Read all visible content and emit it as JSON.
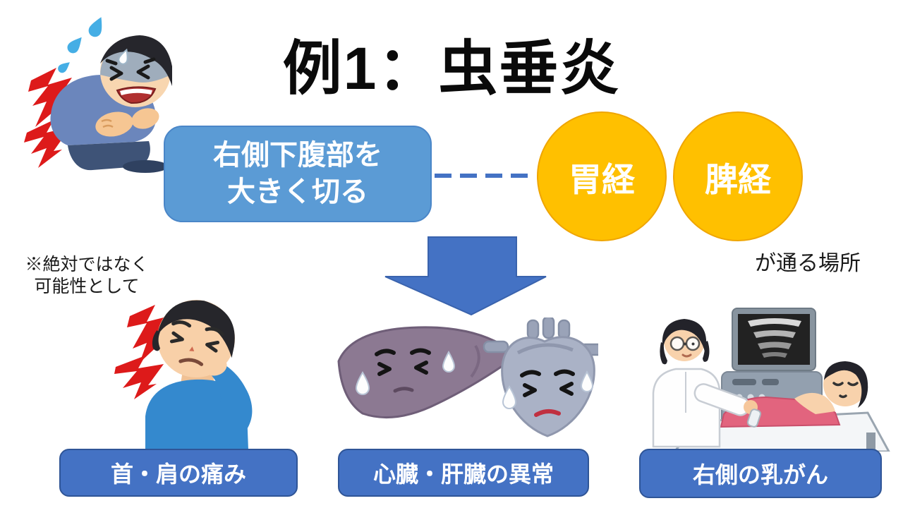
{
  "title": "例1：虫垂炎",
  "cause_box": {
    "line1": "右側下腹部を",
    "line2": "大きく切る"
  },
  "meridians": {
    "circle1": "胃経",
    "circle2": "脾経",
    "caption": "が通る場所"
  },
  "note": {
    "line1": "※絶対ではなく",
    "line2": "可能性として"
  },
  "outcomes": [
    {
      "label": "首・肩の痛み",
      "illustration": "neck-shoulder-pain-person"
    },
    {
      "label": "心臓・肝臓の異常",
      "illustration": "sick-liver-and-heart"
    },
    {
      "label": "右側の乳がん",
      "illustration": "breast-ultrasound-exam"
    }
  ],
  "illustrations": {
    "top_left": "person-with-stomachache",
    "bottom_left": "person-with-neck-pain",
    "bottom_center": "sad-liver-and-heart",
    "bottom_right": "ultrasound-examination"
  },
  "colors": {
    "accent_blue": "#4472c4",
    "light_blue": "#5b9bd5",
    "gold": "#ffc000",
    "pain_red": "#dd1a1a",
    "text_black": "#0a0a0a",
    "white": "#ffffff"
  }
}
